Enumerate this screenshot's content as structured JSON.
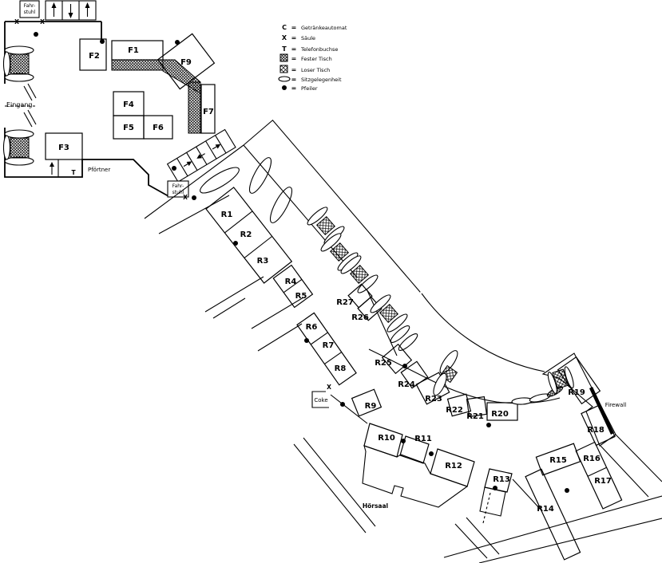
{
  "legend": {
    "equals_sign": "=",
    "items": [
      {
        "symbol": "C",
        "label": "Getränkeautomat"
      },
      {
        "symbol": "X",
        "label": "Säule"
      },
      {
        "symbol": "T",
        "label": "Telefonbuchse"
      },
      {
        "symbol": "",
        "label": "Fester Tisch"
      },
      {
        "symbol": "",
        "label": "Loser Tisch"
      },
      {
        "symbol": "",
        "label": "Sitzgelegenheit"
      },
      {
        "symbol": "",
        "label": "Pfeiler"
      }
    ]
  },
  "rooms": {
    "f1": "F1",
    "f2": "F2",
    "f3": "F3",
    "f4": "F4",
    "f5": "F5",
    "f6": "F6",
    "f7": "F7",
    "f9": "F9",
    "r1": "R1",
    "r2": "R2",
    "r3": "R3",
    "r4": "R4",
    "r5": "R5",
    "r6": "R6",
    "r7": "R7",
    "r8": "R8",
    "r9": "R9",
    "r10": "R10",
    "r11": "R11",
    "r12": "R12",
    "r13": "R13",
    "r14": "R14",
    "r15": "R15",
    "r16": "R16",
    "r17": "R17",
    "r18": "R18",
    "r19": "R19",
    "r20": "R20",
    "r21": "R21",
    "r22": "R22",
    "r23": "R23",
    "r24": "R24",
    "r25": "R25",
    "r26": "R26",
    "r27": "R27"
  },
  "labels": {
    "eingang": "Eingang",
    "pfoertner": "Pförtner",
    "fahrstuhl_line1": "Fahr-",
    "fahrstuhl_line2": "stuhl",
    "coke": "Coke",
    "hoersaal": "Hörsaal",
    "firewall": "Firewall"
  },
  "marks": {
    "x": "X",
    "t": "T"
  },
  "colors": {
    "ink": "#000000",
    "background": "#ffffff"
  }
}
